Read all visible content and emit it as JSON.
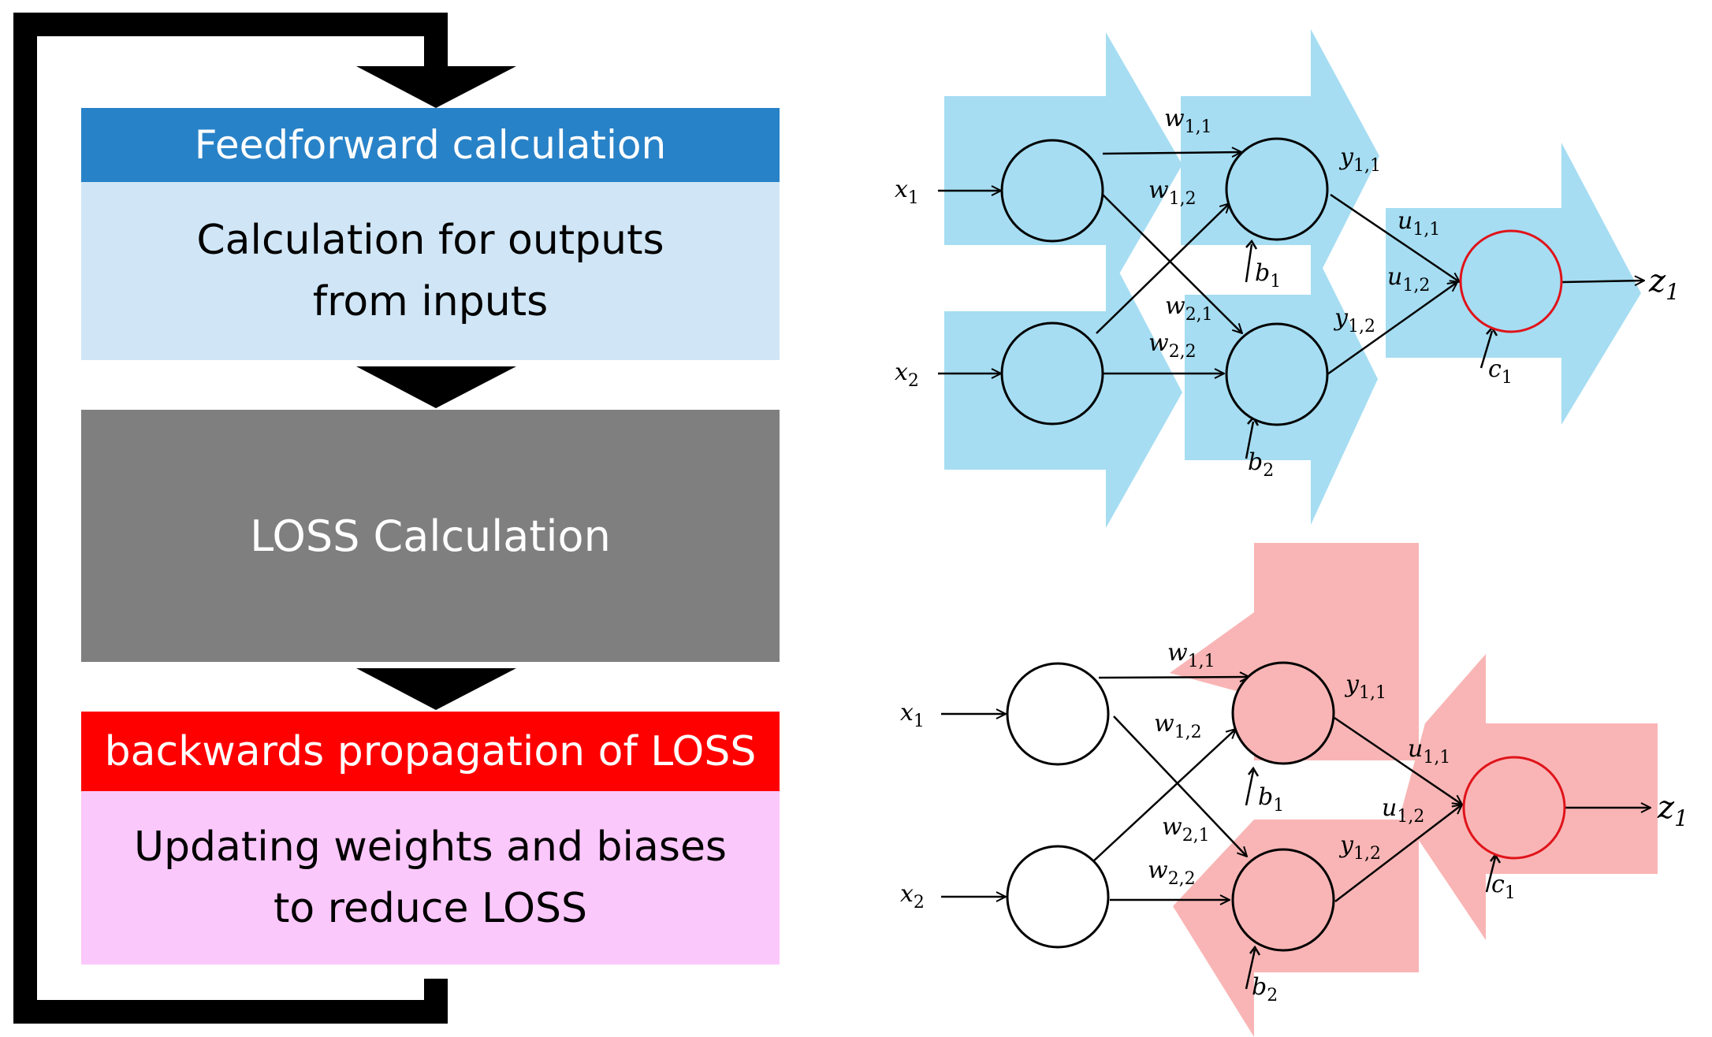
{
  "flowchart": {
    "feedforward": {
      "header": "Feedforward calculation",
      "line1": "Calculation for outputs",
      "line2": "from inputs"
    },
    "loss": {
      "label": "LOSS Calculation"
    },
    "backprop": {
      "header": "backwards propagation of LOSS",
      "line1": "Updating weights and biases",
      "line2": "to reduce LOSS"
    }
  },
  "network_labels": {
    "x1": {
      "base": "x",
      "sub": "1"
    },
    "x2": {
      "base": "x",
      "sub": "2"
    },
    "w11": {
      "base": "w",
      "sub": "1,1"
    },
    "w12": {
      "base": "w",
      "sub": "1,2"
    },
    "w21": {
      "base": "w",
      "sub": "2,1"
    },
    "w22": {
      "base": "w",
      "sub": "2,2"
    },
    "y11": {
      "base": "y",
      "sub": "1,1"
    },
    "y12": {
      "base": "y",
      "sub": "1,2"
    },
    "u11": {
      "base": "u",
      "sub": "1,1"
    },
    "u12": {
      "base": "u",
      "sub": "1,2"
    },
    "b1": {
      "base": "b",
      "sub": "1"
    },
    "b2": {
      "base": "b",
      "sub": "2"
    },
    "c1": {
      "base": "c",
      "sub": "1"
    },
    "z1": {
      "base": "z",
      "sub": "1"
    }
  },
  "colors": {
    "feedforward_header": "#2882c8",
    "feedforward_body": "#d0e6f6",
    "loss_box": "#7f7f7f",
    "backprop_header": "#ff0000",
    "backprop_body": "#fbc8fb",
    "forward_arrow": "#a6ddf2",
    "backward_arrow": "#f9b5b5",
    "output_node_stroke": "#e0131a"
  }
}
